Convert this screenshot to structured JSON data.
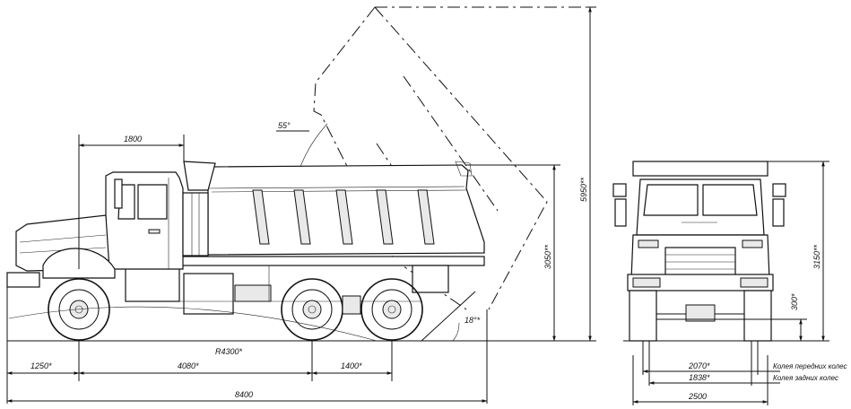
{
  "side_view": {
    "dimensions": {
      "cab_length": "1800",
      "front_overhang": "1250*",
      "wheelbase": "4080*",
      "bogie_base": "1400*",
      "overall_length": "8400",
      "tip_angle": "55°",
      "body_height": "3050**",
      "tipped_height": "5950**",
      "turning_radius": "R4300*",
      "departure_angle": "18°*"
    }
  },
  "front_view": {
    "dimensions": {
      "height": "3150**",
      "ground_clearance": "300*",
      "front_track": "2070*",
      "rear_track": "1838*",
      "overall_width": "2500"
    },
    "notes": {
      "front_track": "Колея передних колес",
      "rear_track": "Колея задних колес"
    }
  }
}
